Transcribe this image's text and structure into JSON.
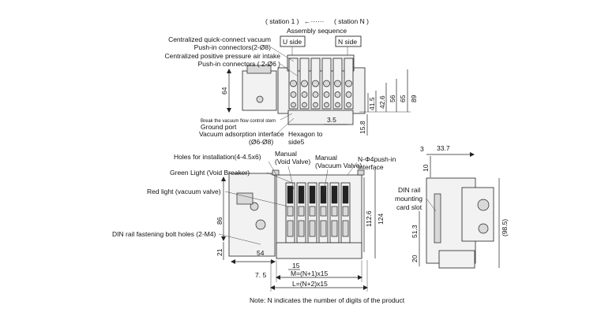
{
  "header": {
    "station1": "( station 1 )",
    "arrow": "←······",
    "stationN": "( station N )",
    "assembly": "Assembly sequence",
    "u_side": "U side",
    "n_side": "N side"
  },
  "top_view": {
    "labels": {
      "central_vacuum_1": "Centralized quick-connect vacuum",
      "central_vacuum_2": "Push-in connectors(2-Ø8)",
      "central_pos_1": "Centralized positive pressure air intake",
      "central_pos_2": "Push-in connectors ( 2-Ø6 )",
      "break_stem": "Break the vacuum flow control stem",
      "ground_port": "Ground port",
      "vac_interface_1": "Vacuum adsorption interface",
      "vac_interface_2": "(Ø6-Ø8)",
      "hexagon_1": "Hexagon to",
      "hexagon_2": "side5"
    },
    "dims": {
      "d64": "64",
      "d41_5": "41.5",
      "d42_6": "42.6",
      "d56": "56",
      "d65": "65",
      "d89": "89",
      "d3_5": "3.5",
      "d15_8": "15.8"
    }
  },
  "front_view": {
    "labels": {
      "holes": "Holes for installation(4-4.5x6)",
      "manual_void_1": "Manual",
      "manual_void_2": "(Void Valve)",
      "manual_vac_1": "Manual",
      "manual_vac_2": "(Vacuum Valve)",
      "push_in_1": "N-Φ4push-in",
      "push_in_2": "interface",
      "green_light": "Green Light (Void Breaker)",
      "red_light": "Red light (vacuum valve)",
      "din_holes": "DIN rail fastening bolt holes (2-M4)"
    },
    "dims": {
      "d86": "86",
      "d21": "21",
      "d54": "54",
      "d15": "15",
      "d112_6": "112.6",
      "d124": "124",
      "d7_5": "7. 5",
      "m_formula": "M=(N+1)x15",
      "l_formula": "L=(N+2)x15"
    }
  },
  "side_view": {
    "labels": {
      "din_1": "DIN rail",
      "din_2": "mounting",
      "din_3": "card slot"
    },
    "dims": {
      "d3": "3",
      "d33_7": "33.7",
      "d10": "10",
      "d51_3": "51.3",
      "d20": "20",
      "d98_5": "(98.5)"
    }
  },
  "note": "Note: N indicates the number of digits of the product"
}
